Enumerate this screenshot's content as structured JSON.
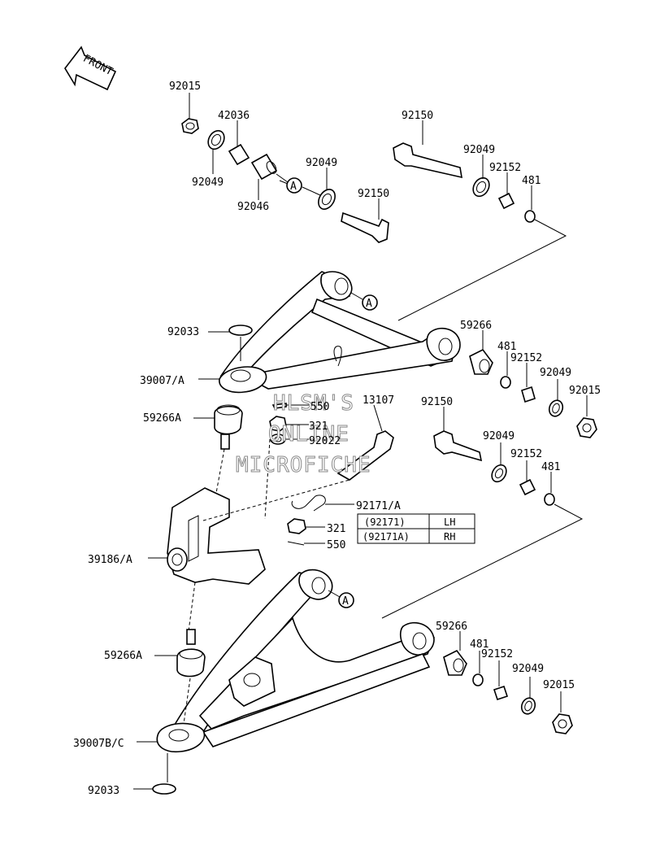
{
  "front_arrow": {
    "text": "FRONT"
  },
  "labels": {
    "p92015_top": "92015",
    "p42036": "42036",
    "p92049_a": "92049",
    "p92046": "92046",
    "p92049_b": "92049",
    "p92150_a": "92150",
    "p92150_b": "92150",
    "p92049_c": "92049",
    "p92152_a": "92152",
    "p481_a": "481",
    "p92033_top": "92033",
    "p39007A": "39007/A",
    "p59266_a": "59266",
    "p481_b": "481",
    "p92152_b": "92152",
    "p92049_d": "92049",
    "p92015_b": "92015",
    "p59266A_top": "59266A",
    "p550_a": "550",
    "p13107": "13107",
    "p321_a": "321",
    "p92022": "92022",
    "p92150_c": "92150",
    "p92049_e": "92049",
    "p92152_c": "92152",
    "p481_c": "481",
    "p92171A": "92171/A",
    "p321_b": "321",
    "p550_b": "550",
    "p39186A": "39186/A",
    "p59266_b": "59266",
    "p481_d": "481",
    "p92152_d": "92152",
    "p92049_f": "92049",
    "p92015_c": "92015",
    "p59266A_bottom": "59266A",
    "p39007BC": "39007B/C",
    "p92033_bottom": "92033"
  },
  "callouts": {
    "a1": "A",
    "a2": "A",
    "a3": "A"
  },
  "table": {
    "rows": [
      {
        "part": "(92171)",
        "side": "LH"
      },
      {
        "part": "(92171A)",
        "side": "RH"
      }
    ]
  },
  "watermark": {
    "line1": "HLSM'S",
    "line2": "ONLINE",
    "line3": "MICROFICHE"
  }
}
